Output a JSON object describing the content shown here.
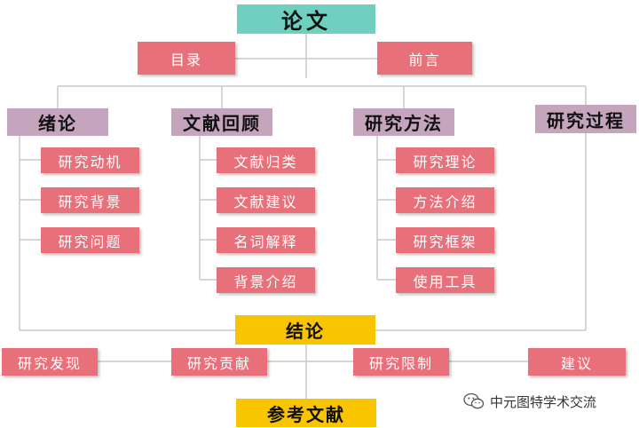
{
  "root": "论文",
  "top_row": [
    "目录",
    "前言"
  ],
  "sections": [
    {
      "title": "绪论",
      "items": [
        "研究动机",
        "研究背景",
        "研究问题"
      ]
    },
    {
      "title": "文献回顾",
      "items": [
        "文献归类",
        "文献建议",
        "名词解释",
        "背景介绍"
      ]
    },
    {
      "title": "研究方法",
      "items": [
        "研究理论",
        "方法介绍",
        "研究框架",
        "使用工具"
      ]
    },
    {
      "title": "研究过程",
      "items": []
    }
  ],
  "conclusion": {
    "title": "结论",
    "items": [
      "研究发现",
      "研究贡献",
      "研究限制",
      "建议"
    ]
  },
  "references": "参考文献",
  "watermark": {
    "text": "中元图特学术交流",
    "icon": "wechat-icon"
  },
  "colors": {
    "root": "#6fd0bf",
    "item": "#e7707a",
    "section": "#c4a5bd",
    "conclusion": "#f9c400",
    "line": "#c8c8c8"
  }
}
